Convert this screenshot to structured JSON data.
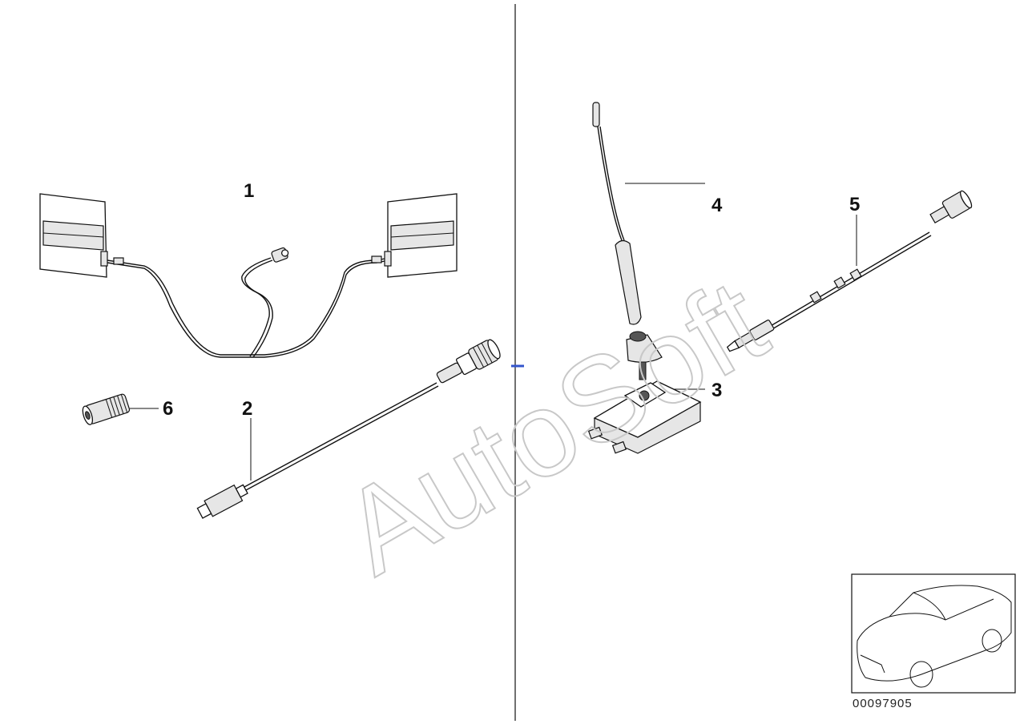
{
  "watermark": "AutoSoft",
  "reference_number": "00097905",
  "callouts": [
    {
      "id": "1",
      "label": "1"
    },
    {
      "id": "2",
      "label": "2"
    },
    {
      "id": "3",
      "label": "3"
    },
    {
      "id": "4",
      "label": "4"
    },
    {
      "id": "5",
      "label": "5"
    },
    {
      "id": "6",
      "label": "6"
    }
  ],
  "accent_color": "#3355cc"
}
